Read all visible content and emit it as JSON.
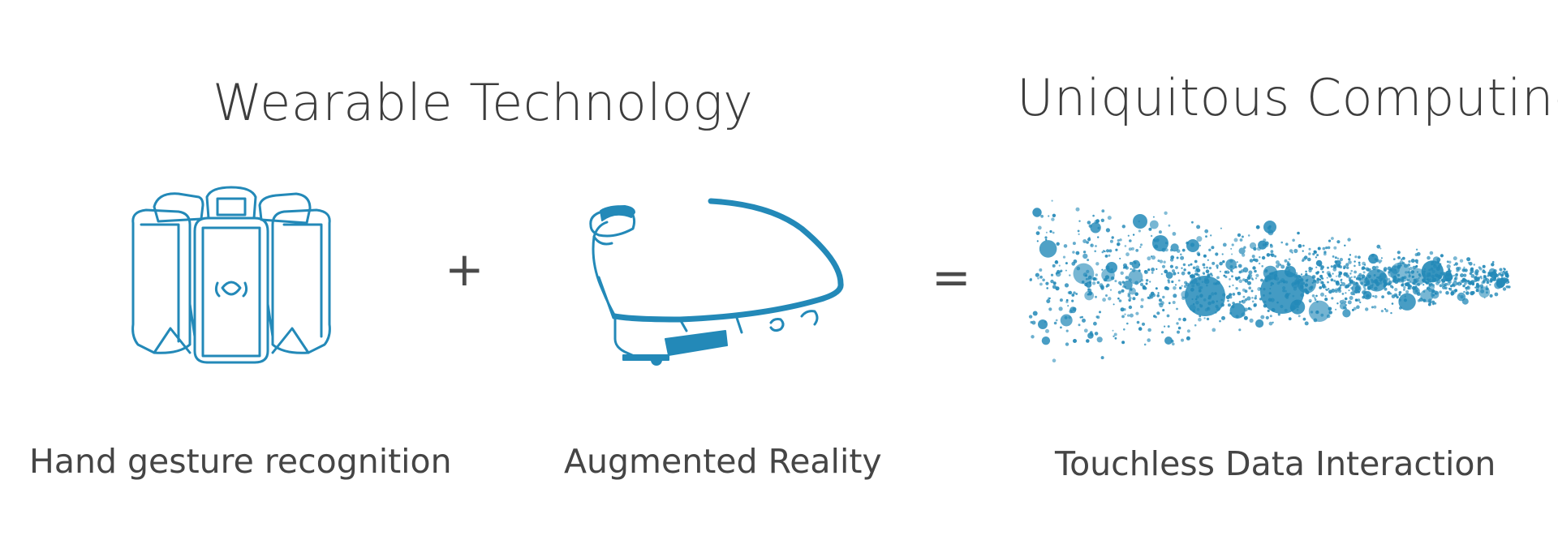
{
  "headings": {
    "left": "Wearable Technology",
    "right": "Uniquitous Computing"
  },
  "operators": {
    "plus": "+",
    "equals": "="
  },
  "captions": {
    "armband": "Hand gesture recognition",
    "glasses": "Augmented Reality",
    "scatter": "Touchless Data Interaction"
  },
  "icons": {
    "armband": "gesture-armband-icon",
    "glasses": "smart-glasses-icon",
    "scatter": "bubble-scatter-visualization"
  },
  "colors": {
    "accent": "#2389b8",
    "text": "#3d3d3d",
    "background": "#ffffff"
  }
}
